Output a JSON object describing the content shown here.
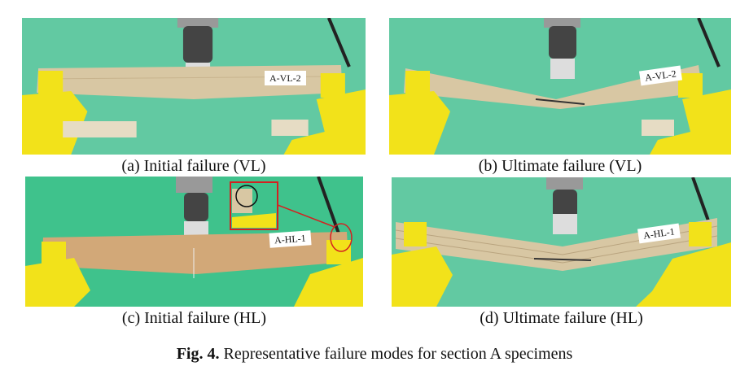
{
  "panels": [
    {
      "id": "a",
      "specimen": "A-VL-2",
      "caption": "(a) Initial failure (VL)"
    },
    {
      "id": "b",
      "specimen": "A-VL-2",
      "caption": "(b) Ultimate failure (VL)"
    },
    {
      "id": "c",
      "specimen": "A-HL-1",
      "caption": "(c) Initial failure (HL)"
    },
    {
      "id": "d",
      "specimen": "A-HL-1",
      "caption": "(d) Ultimate failure (HL)"
    }
  ],
  "figure": {
    "label": "Fig. 4.",
    "title": " Representative failure modes for section A specimens"
  },
  "colors": {
    "backdrop": "#5fc9a0",
    "support": "#f2e21a",
    "beam_vl": "#d8c7a3",
    "beam_hl": "#d2a878",
    "highlight": "#d42020"
  }
}
